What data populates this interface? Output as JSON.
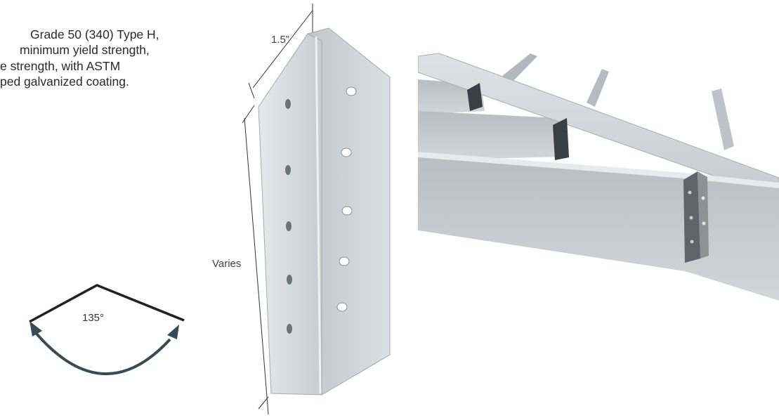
{
  "spec": {
    "lines": [
      "Grade 50 (340) Type H,",
      " minimum yield strength,",
      "e strength, with ASTM",
      "ped galvanized coating."
    ]
  },
  "angle_diagram": {
    "label": "135°"
  },
  "bracket_diagram": {
    "width_label": "1.5”",
    "length_label": "Varies"
  },
  "colors": {
    "steel_light": "#d9dcdf",
    "steel_mid": "#b8bcc1",
    "steel_dark": "#8e9298",
    "arrow": "#3a4a55"
  }
}
